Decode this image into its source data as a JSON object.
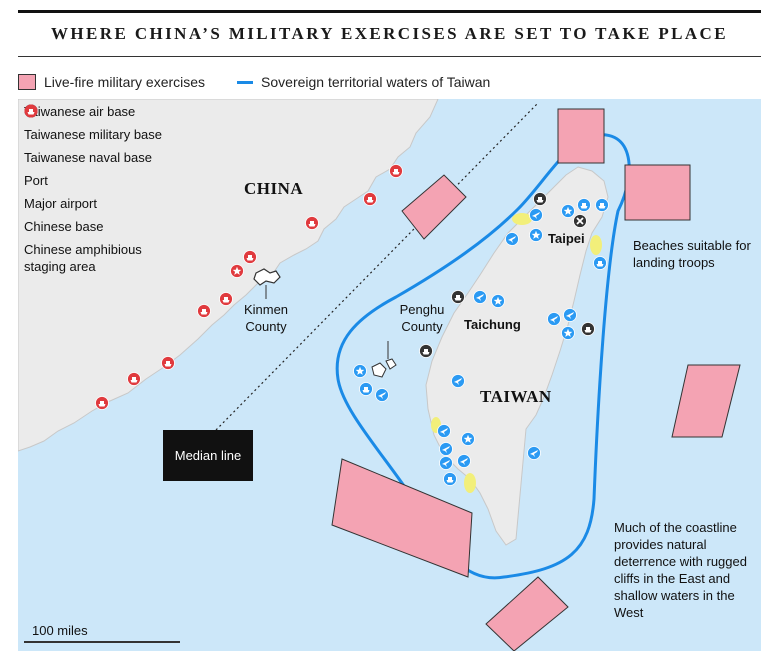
{
  "title": "WHERE CHINA’S MILITARY EXERCISES ARE SET TO TAKE PLACE",
  "legend_top": {
    "live_fire": "Live-fire military exercises",
    "territorial_waters": "Sovereign territorial waters of Taiwan"
  },
  "legend": [
    {
      "icon": "taiwanese-air-base-icon",
      "label": "Taiwanese air base"
    },
    {
      "icon": "taiwanese-military-base-icon",
      "label": "Taiwanese military base"
    },
    {
      "icon": "taiwanese-naval-base-icon",
      "label": "Taiwanese naval base"
    },
    {
      "icon": "port-icon",
      "label": "Port"
    },
    {
      "icon": "major-airport-icon",
      "label": "Major airport"
    },
    {
      "icon": "chinese-base-icon",
      "label": "Chinese base"
    },
    {
      "icon": "chinese-amphibious-staging-icon",
      "label": "Chinese amphibious staging area"
    }
  ],
  "labels": {
    "china": "CHINA",
    "taiwan": "TAIWAN",
    "kinmen": "Kinmen County",
    "penghu": "Penghu County",
    "taipei": "Taipei",
    "taichung": "Taichung",
    "beaches": "Beaches suitable for landing troops",
    "median": "Median line",
    "note": "Much of the coastline provides natural deterrence with rugged cliffs in the East and shallow waters in the West",
    "scale": "100 miles"
  },
  "colors": {
    "sea": "#cce7f9",
    "land": "#ebebeb",
    "exercise_zone": "#f4a3b3",
    "territorial_line": "#1a8ae6",
    "taiwan_marker": "#2b9af3",
    "chinese_marker": "#e03a3e",
    "port_marker": "#333333",
    "beach": "#f2ef7a"
  }
}
